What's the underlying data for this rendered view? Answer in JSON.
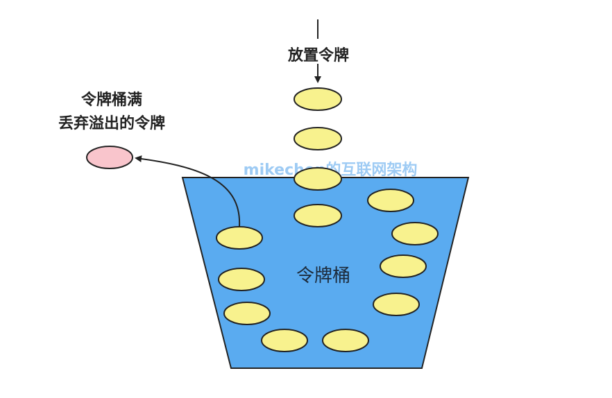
{
  "labels": {
    "put_token": "放置令牌",
    "bucket_full_line1": "令牌桶满",
    "bucket_full_line2": "丢弃溢出的令牌",
    "bucket": "令牌桶",
    "watermark": "mikechen的互联网架构"
  },
  "colors": {
    "bucket_fill": "#5aabf0",
    "token_fill": "#f8f28e",
    "overflow_fill": "#f9c5cc",
    "stroke": "#222222",
    "watermark": "#8ec3f3"
  }
}
